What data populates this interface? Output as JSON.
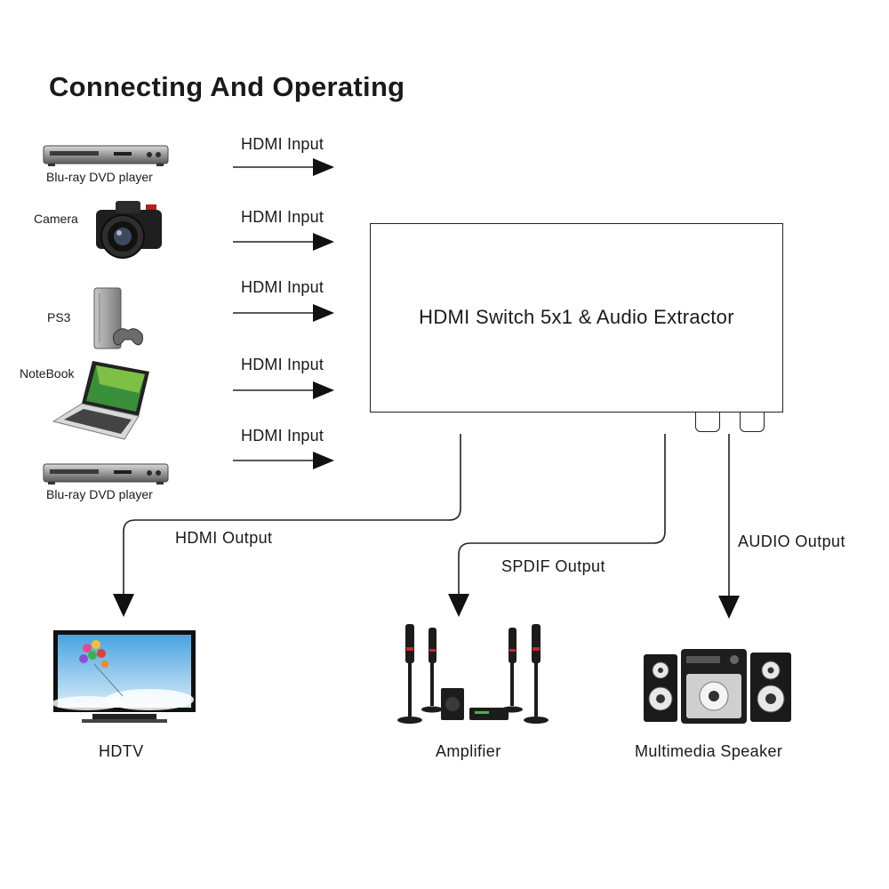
{
  "title": "Connecting And Operating",
  "sources": [
    {
      "label": "Blu-ray DVD player",
      "icon": "dvd-player-icon"
    },
    {
      "label": "Camera",
      "icon": "camera-icon"
    },
    {
      "label": "PS3",
      "icon": "game-console-icon"
    },
    {
      "label": "NoteBook",
      "icon": "laptop-icon"
    },
    {
      "label": "Blu-ray DVD player",
      "icon": "dvd-player-icon"
    }
  ],
  "input_arrows": [
    {
      "label": "HDMI Input"
    },
    {
      "label": "HDMI Input"
    },
    {
      "label": "HDMI Input"
    },
    {
      "label": "HDMI Input"
    },
    {
      "label": "HDMI Input"
    }
  ],
  "switch": {
    "label": "HDMI Switch 5x1 & Audio Extractor"
  },
  "outputs": [
    {
      "label": "HDMI Output"
    },
    {
      "label": "SPDIF Output"
    },
    {
      "label": "AUDIO Output"
    }
  ],
  "destinations": [
    {
      "label": "HDTV",
      "icon": "hdtv-icon"
    },
    {
      "label": "Amplifier",
      "icon": "amplifier-speakers-icon"
    },
    {
      "label": "Multimedia Speaker",
      "icon": "multimedia-speaker-icon"
    }
  ]
}
